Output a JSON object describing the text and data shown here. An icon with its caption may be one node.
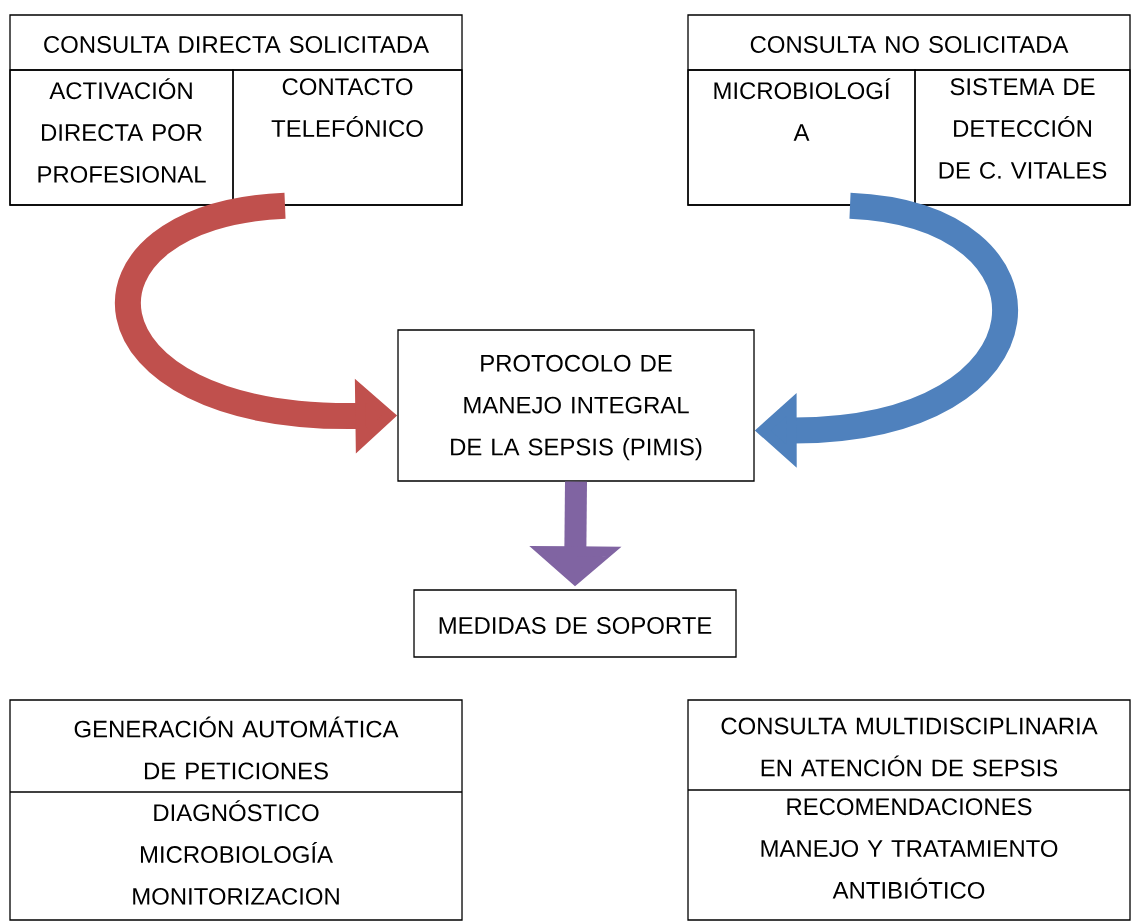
{
  "diagram": {
    "nodes": [
      {
        "text": [
          "CONSULTA DIRECTA SOLICITADA"
        ]
      },
      {
        "text": [
          "ACTIVACIÓN DIRECTA POR PROFESIONAL"
        ],
        "in": 0
      },
      {
        "text": [
          "CONTACTO TELEFÓNICO"
        ],
        "in": 0
      },
      {
        "text": [
          "CONSULTA NO SOLICITADA"
        ]
      },
      {
        "text": [
          "MICROBIOLOGÍ A"
        ],
        "in": 3
      },
      {
        "text": [
          "SISTEMA DE DETECCIÓN DE C. VITALES"
        ],
        "in": 3
      },
      {
        "text": [
          "PROTOCOLO DE MANEJO INTEGRAL DE LA SEPSIS (PIMIS)"
        ]
      },
      {
        "text": [
          "MEDIDAS DE SOPORTE"
        ]
      },
      {
        "text": [
          "GENERACIÓN AUTOMÁTICA DE PETICIONES",
          "DIAGNÓSTICO MICROBIOLOGÍA MONITORIZACION"
        ]
      },
      {
        "text": [
          "CONSULTA MULTIDISCIPLINARIA EN ATENCIÓN DE SEPSIS",
          "RECOMENDACIONES MANEJO Y TRATAMIENTO ANTIBIÓTICO"
        ]
      }
    ],
    "edges": [
      {
        "from": 0,
        "to": 6,
        "arrow": "to",
        "color": "#c0504d"
      },
      {
        "from": 3,
        "to": 6,
        "arrow": "to",
        "color": "#4f81bd"
      },
      {
        "from": 6,
        "to": 7,
        "arrow": "to",
        "color": "#8064a2"
      }
    ]
  }
}
